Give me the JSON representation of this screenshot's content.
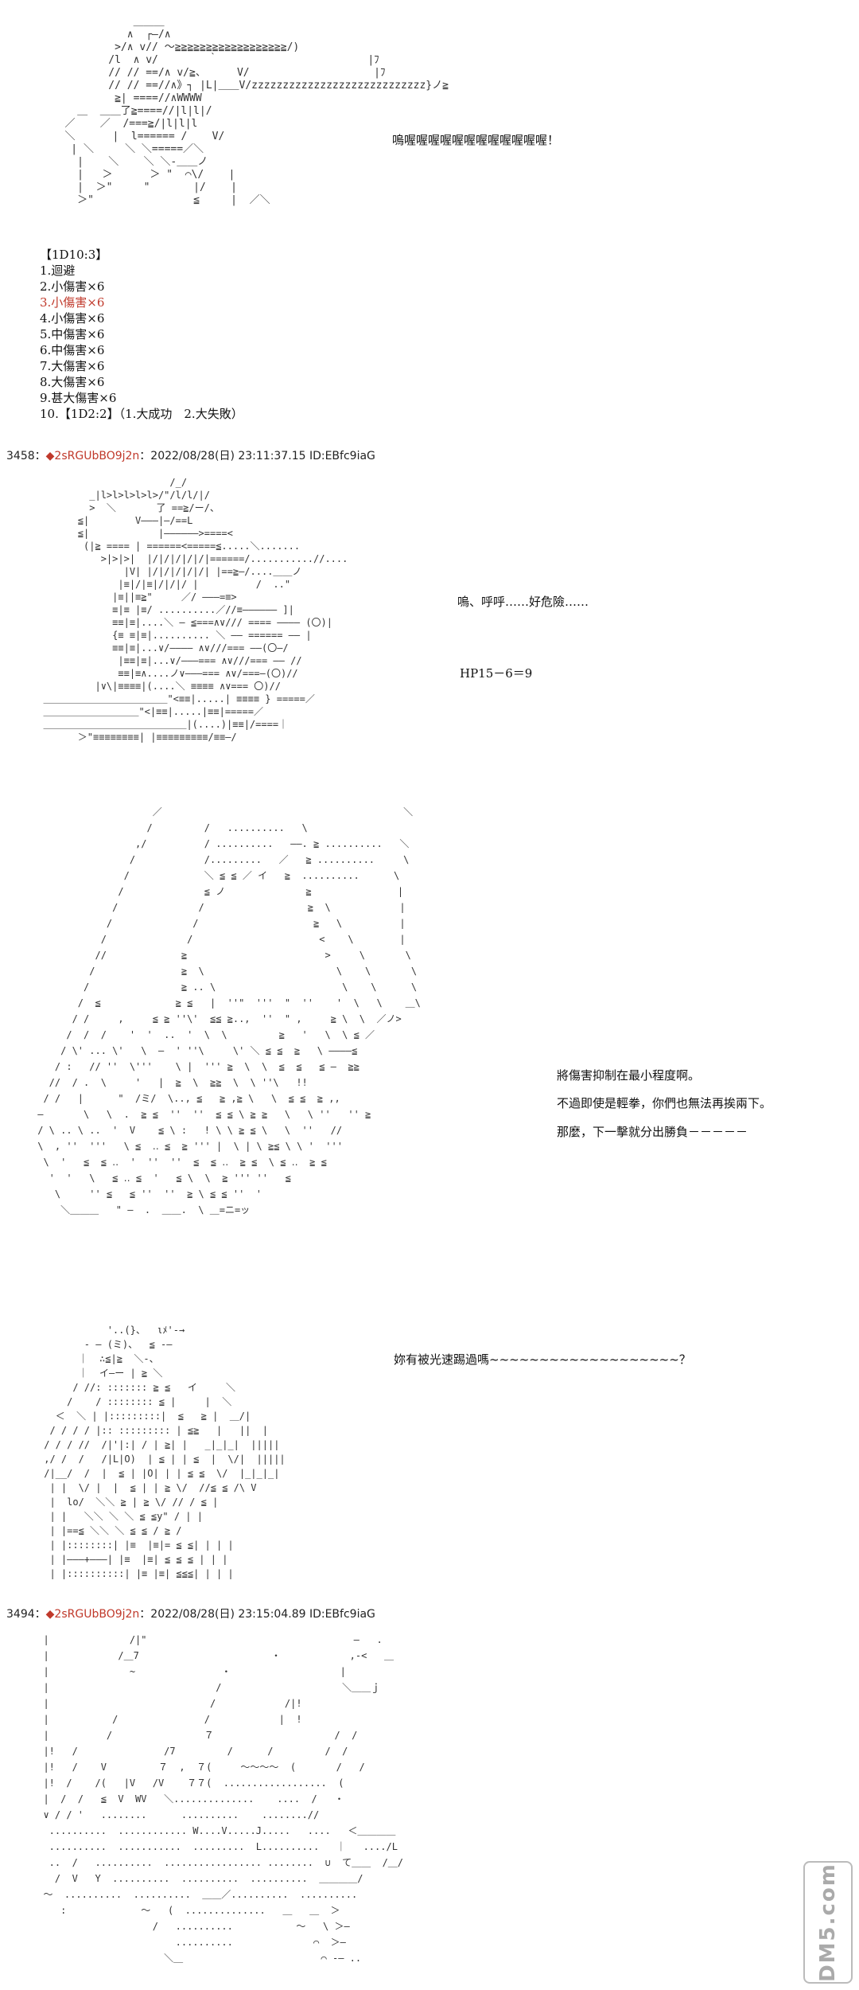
{
  "dialog1": "嗚喔喔喔喔喔喔喔喔喔喔喔喔！",
  "dice": {
    "header": "【1D10:3】",
    "items": [
      "1.迴避",
      "2.小傷害×6",
      "3.小傷害×6",
      "4.小傷害×6",
      "5.中傷害×6",
      "6.中傷害×6",
      "7.大傷害×6",
      "8.大傷害×6",
      "9.甚大傷害×6",
      "10.【1D2:2】（1.大成功　2.大失敗）"
    ],
    "highlight_color": "#c0392b"
  },
  "post1": {
    "number": "3458：",
    "trip_mark": "◆",
    "name": "2sRGUbBO9j2n",
    "datetime": "：2022/08/28(日) 23:11:37.15 ID:EBfc9iaG"
  },
  "dialog2": "嗚、呼呼……好危險……",
  "hp_line": "HP15－6＝9",
  "dialog3": [
    "將傷害抑制在最小程度啊。",
    "不過即使是輕拳，你們也無法再挨兩下。",
    "那麼，下一擊就分出勝負－－－－－"
  ],
  "dialog4": "妳有被光速踢過嗎~~~~~~~~~~~~~~~~~~~？",
  "post2": {
    "number": "3494：",
    "trip_mark": "◆",
    "name": "2sRGUbBO9j2n",
    "datetime": "：2022/08/28(日) 23:15:04.89 ID:EBfc9iaG"
  },
  "watermark": "DM5.com",
  "aa_art": {
    "a1": "              ＿＿＿\n             ∧  ┌―/∧\n           >/∧ v// ～≧≧≧≧≧≧≧≧≧≧≧≧≧≧≧≧≧≧/)\n          /l  ∧ v/        ｀                        |ﾌ\n          // // ==/∧ v/≧、     V/                    |ﾌ\n          // // ==//∧》┐ |L|＿＿V/zzzzzzzzzzzzzzzzzzzzzzzzzzzz}ノ≧\n           ≧| ====//∧WWWW\n     ＿  ＿＿了≧====//|l|l|/\n   ／    ／  /===≧/|l|l|l\n   ＼      |  l====== /    V/\n    | ＼     ＼ ＼=====／＼\n     |    ＼    ＼ ＼-＿＿ノ\n     |   ＞      ＞ \"  ⌒\\/    |\n     |  ＞\"     \"       |/    |\n     ＞\"                ≦     |  ／＼",
    "a2": "                        /_/\n          _|l>l>l>l>l>/\"/l/l/|/\n          >  ＼       了 ==≧/ー/、\n        ≦|        V―――|―/==L\n        ≦|            |――――――>====<\n         (|≧ ==== | ======<=====≦.....＼.......\n            >|>|>|  |/|/|/|/|/|======/...........//....\n                |V| |/|/|/|/|/| |==≧―/....＿＿ノ\n               |≡|/|≡|/|/|/ |          /  ..\"\n              |≡||≡≧\"     ／/ ―――=≡>\n              ≡|≡ |≡/ ..........／//≡―――――― ]|\n              ≡≡|≡|....＼ ― ≦===∧∨/// ==== ―――― (〇)|\n              {≡ ≡|≡|.......... ＼ ―― ====== ―― |\n              ≡≡|≡|...∨/―――― ∧∨///=== ――(〇―/\n               |≡≡|≡|...∨/―――=== ∧∨///=== ―― //\n               ≡≡|≡∧....ノ∨―――=== ∧∨/===―(〇)//\n           |∨\\|≡≡≡≡|(....＼ ≡≡≡≡ ∧∨=== 〇)//\n  ＿＿＿＿＿＿＿＿＿＿＿＿＿\"<≡≡|.....| ≡≡≡≡ } =====／\n  ＿＿＿＿＿＿＿＿＿＿\"<|≡≡|.....|≡≡|=====／\n  ＿＿＿＿＿＿＿＿＿＿＿＿＿＿＿|(....)|≡≡|/====｜\n        ＞\"≡≡≡≡≡≡≡≡| |≡≡≡≡≡≡≡≡≡/≡≡―/",
    "a3": "                     ／                                          ＼\n                    /         /   ..........   \\\n                  ,/          / ..........   ――. ≧ ..........   ＼\n                 /            /.........   ／   ≧ ..........     \\\n                /             ＼ ≦ ≦ ／ イ   ≧  ..........      \\\n               /              ≦ ノ              ≧               |\n              /              /                  ≧  \\            |\n             /              /                    ≧   \\          |\n            /              /                      <    \\        |\n           //             ≧                        >     \\       \\\n          /               ≧  \\                       \\    \\       \\\n         /                ≧ .. \\                      \\    \\      \\\n        /  ≦             ≧ ≦   |  ''\"  '''  \"  ''    '  \\   \\    ＿\\\n       / /     ,     ≦ ≧ ''\\'  ≦≦ ≧..,  ''  \" ,     ≧ \\  \\  ／ノ>\n      /  /  /    '  '  ..  '  \\  \\         ≧   '   \\  \\ ≦ ／\n     / \\' ... \\'   \\  ―  ' ''\\     \\' ＼ ≦ ≦  ≧   \\ ――――≦\n    / :   // ''  \\'''    \\ |  ''' ≧  \\  \\  ≦  ≦   ≦ ―  ≧≧\n   //  / .  \\     '   |  ≧  \\  ≧≧  \\  \\ ''\\   !!\n  / /   |      \"  /ミ/  \\.., ≦   ≧ ,≧ \\   \\  ≦ ≦  ≧ ,,\n ―       \\   \\  .  ≧ ≦  ''  ''  ≦ ≦ \\ ≧ ≧   \\   \\ ''   '' ≧\n / \\ .. \\ ..  '  V    ≦ \\ :   ! \\ \\ ≧ ≦ \\   \\  ''   //\n \\  , ''  '''   \\ ≦  ‥ ≦  ≧ ''' |  \\ | \\ ≧≦ \\ \\ '  '''\n  \\  '   ≦  ≦ ‥  '  ''  ''  ≦  ≦ ‥  ≧ ≦  \\ ≦ ‥  ≧ ≦\n   '  '   \\   ≦ ‥ ≦  '   ≦ \\  \\  ≧ ''' ''   ≦\n    \\     '' ≦   ≦ ''  ''  ≧ \\ ≦ ≦ ''  '\n     ＼＿＿＿   \" ―  .  ＿＿.  \\ ＿=ニ=ッ",
    "a4": "            '..(}、  ιﾒ'‐→\n        - ― (ミ)、  ≦ -―\n       ｜  ∴≦|≧  ＼-、\n       ｜  イ―ー | ≧ ＼\n      / //: ::::::: ≧ ≦   イ     ＼\n     /    / :::::::: ≦ |     |  ＼\n   ＜  ＼ | |:::::::::|  ≦   ≧ |  ＿/|\n  / / / / |:: ::::::::: | ≦≧   |   ||  |\n / / / //  /|'|:| / | ≧| |   _|_|_|  |||||\n ,/ /  /   /|L|O)  | ≦ | | ≦  |  \\/|  |||||\n /|__/  /  |  ≦ | |O| | | ≦ ≦  \\/  |_|_|_|\n  | |  \\/ |  |  ≦ | | ≧ \\/  //≦ ≦ /\\ V\n  |  lo/  ＼＼ ≧ | ≧ \\/ // / ≦ |\n  | |   ＼＼ ＼ ＼ ≦ ≦y\" / | |\n  | |==≦ ＼＼ ＼ ≦ ≦ / ≧ /\n  | |::::::::| |≡  |≡|= ≦ ≦| | | |\n  | |―――+―――| |≡  |≡| ≦ ≦ ≦ | | |\n  | |::::::::::| |≡ |≡| ≦≦≦| | | |",
    "a5": "  |              /|\"                                    ―   .\n  |            /＿7                       ・            ,-<   ＿\n  |              ~               ・                   |    \n  |                             /                     ＼＿＿ｊ  \n  |                            /            /|!\n  |           /               /            |  !\n  |          /                ７                     /  /\n  |!   /               /7         /      /         /  /\n  |!   /    V         ７  ,  ７(     ～～～～  (       /   /\n  |!  /    /(   |V   /V    ７７(  ..................  (\n  |  /  /   ≦  V  WV   ＼..............    ....  /   ・\n  ∨ / / '   ........      ..........    ........//\n   ..........  ............ W....V.....J.....   ....   ＜＿＿＿＿\n   ..........  ...........  .........  L..........   ｜   ..../L\n   ..  /   ..........  ................. ........  ∪  て＿＿  /＿/\n    /  V   Y  ..........  ..........  ..........  ＿＿＿＿/\n  ～  ..........  ..........  ＿＿／..........  ..........\n     :             ～   (  ..............   ＿   ＿  ＞\n                     /   ..........           ～   \\ ＞―\n                         ..........              ⌒  ＞―  \n                       ＼＿                        ⌒ ‐― .."
  }
}
